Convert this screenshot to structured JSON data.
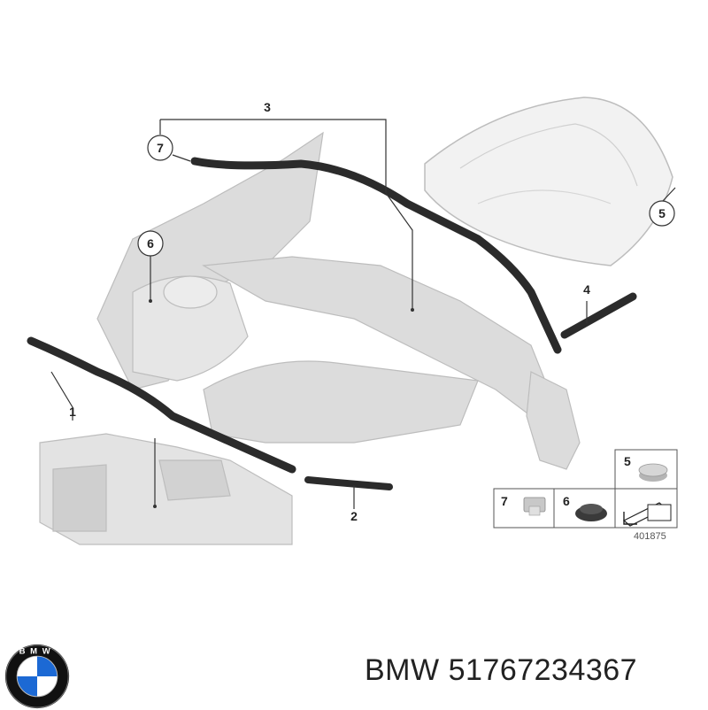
{
  "callouts": {
    "c1": "1",
    "c2": "2",
    "c3": "3",
    "c4": "4",
    "c5": "5",
    "c6": "6",
    "c7": "7"
  },
  "legend": {
    "item5": "5",
    "item7": "7",
    "item6": "6"
  },
  "reference_code": "401875",
  "footer": {
    "brand": "BMW",
    "part_number": "51767234367"
  },
  "logo": {
    "letters": "BMW",
    "colors": {
      "blue": "#1c69d4",
      "black": "#111111",
      "white": "#ffffff"
    }
  },
  "colors": {
    "seal": "#2b2b2b",
    "body_panel": "#d9d9d9",
    "line": "#333333"
  }
}
